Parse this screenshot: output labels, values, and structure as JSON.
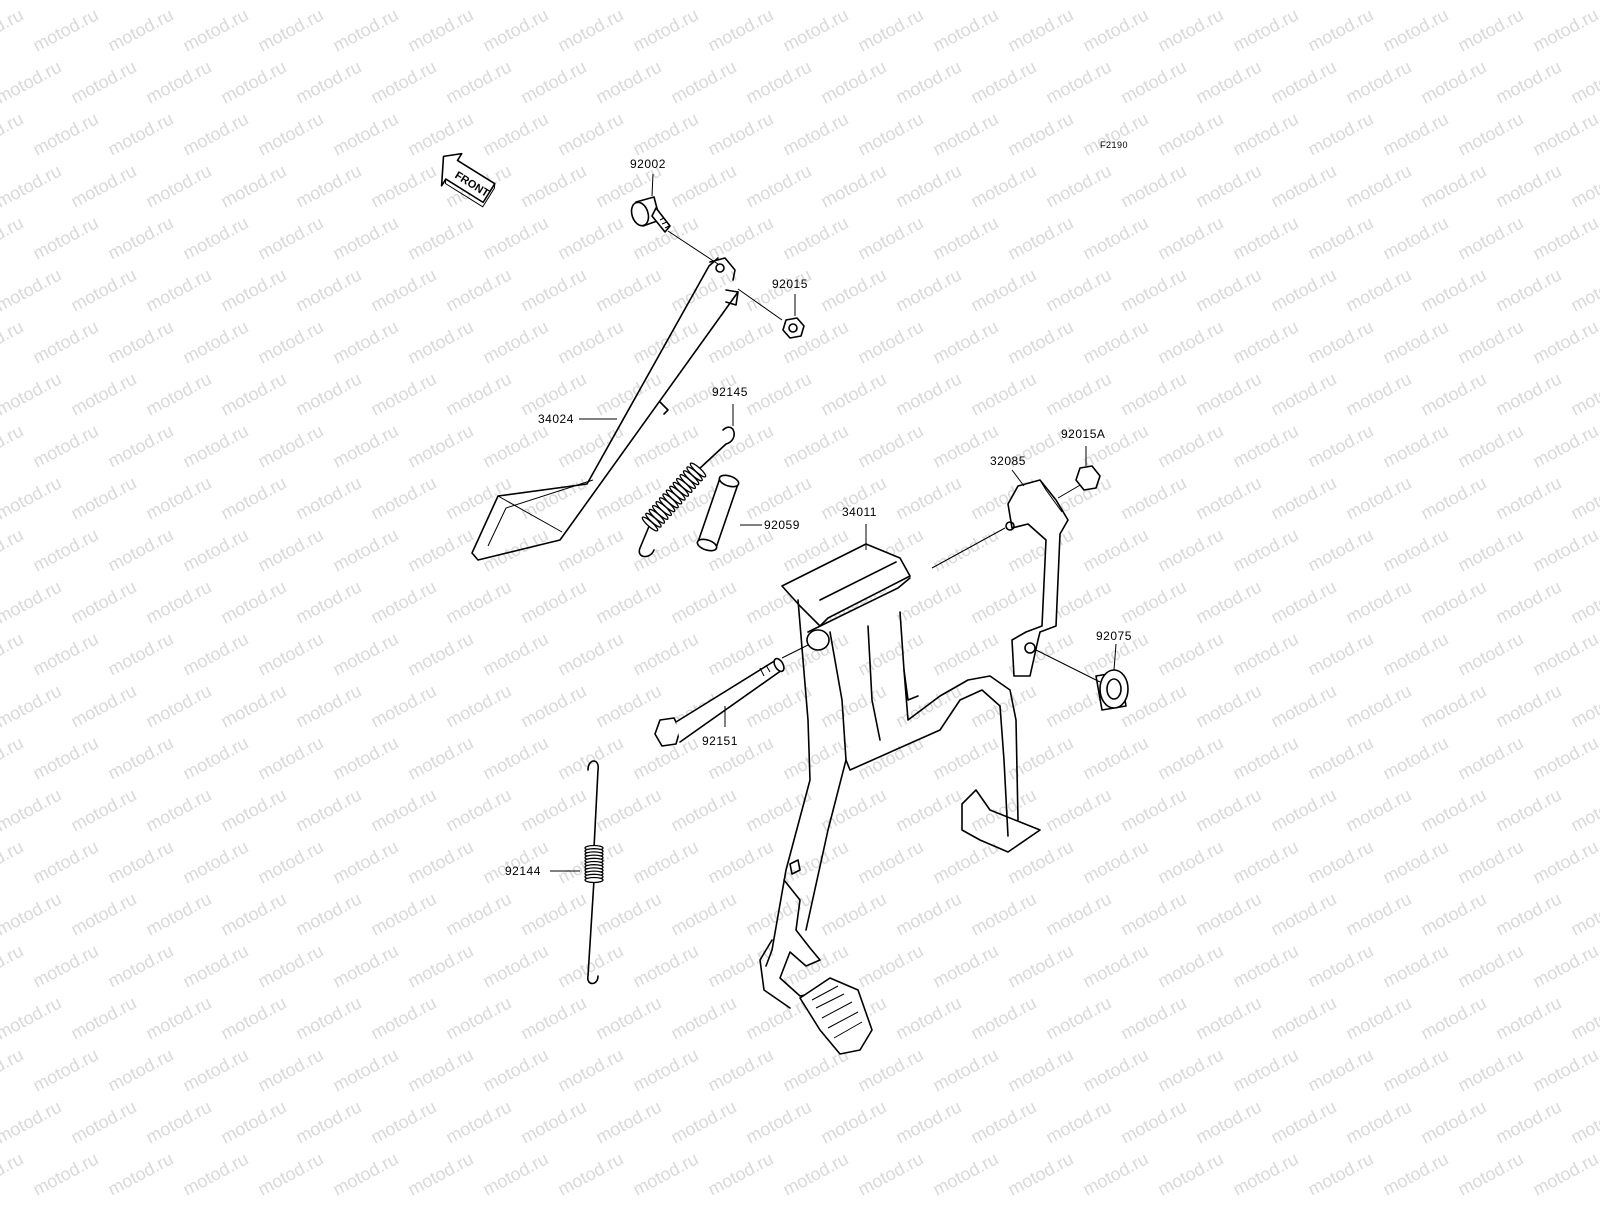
{
  "watermark": "motod.ru",
  "ref_code": "F2190",
  "front_arrow": {
    "label": "FRONT"
  },
  "parts": [
    {
      "id": "p92002",
      "number": "92002"
    },
    {
      "id": "p92015",
      "number": "92015"
    },
    {
      "id": "p34024",
      "number": "34024"
    },
    {
      "id": "p92145",
      "number": "92145"
    },
    {
      "id": "p92059",
      "number": "92059"
    },
    {
      "id": "p34011",
      "number": "34011"
    },
    {
      "id": "p32085",
      "number": "32085"
    },
    {
      "id": "p92015A",
      "number": "92015A"
    },
    {
      "id": "p92075",
      "number": "92075"
    },
    {
      "id": "p92151",
      "number": "92151"
    },
    {
      "id": "p92144",
      "number": "92144"
    }
  ],
  "colors": {
    "line": "#000000",
    "watermark": "#d9d9d9",
    "background": "#ffffff"
  }
}
